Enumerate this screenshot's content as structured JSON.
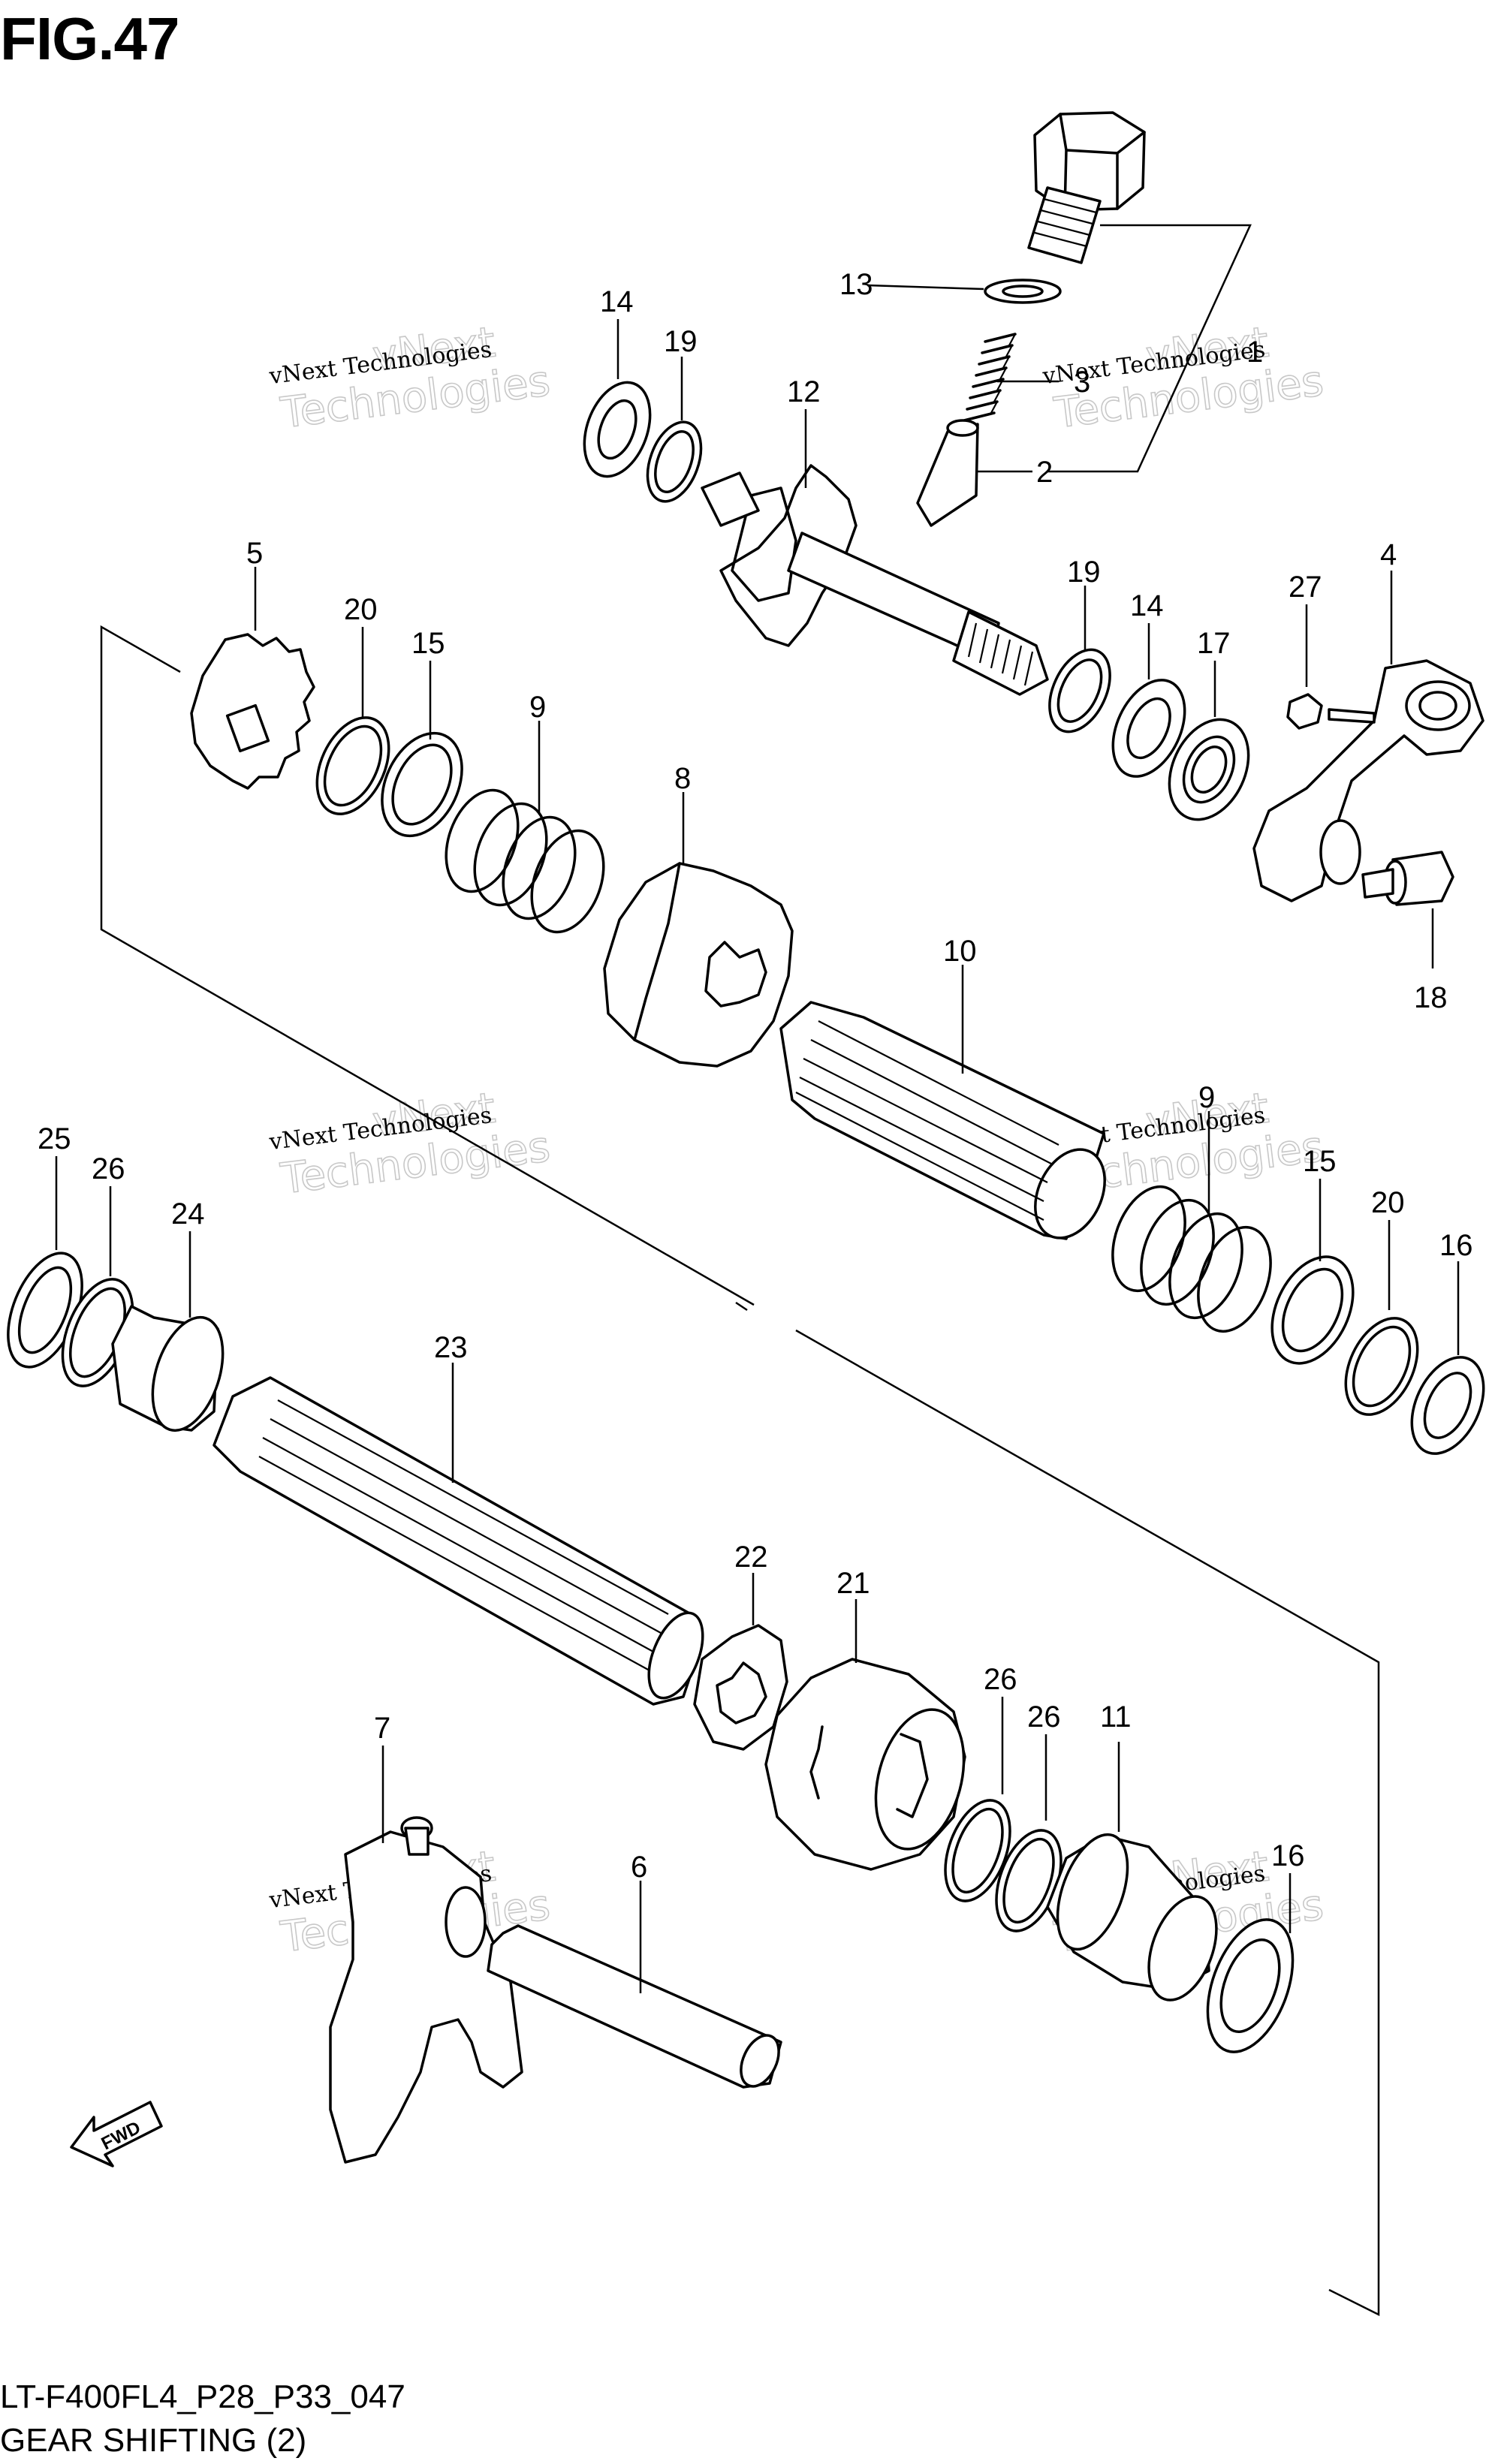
{
  "figure": {
    "title": "FIG.47",
    "code": "LT-F400FL4_P28_P33_047",
    "name": "GEAR SHIFTING (2)"
  },
  "watermark": {
    "line1": "vNext Technologies",
    "brand_top": "vNext",
    "brand_bottom": "Technologies"
  },
  "fwd_label": "FWD",
  "callouts": {
    "c1": "1",
    "c2": "2",
    "c3": "3",
    "c4": "4",
    "c5": "5",
    "c6": "6",
    "c7": "7",
    "c8": "8",
    "c9a": "9",
    "c9b": "9",
    "c10": "10",
    "c11": "11",
    "c12": "12",
    "c13": "13",
    "c14a": "14",
    "c14b": "14",
    "c15a": "15",
    "c15b": "15",
    "c16a": "16",
    "c16b": "16",
    "c17": "17",
    "c18": "18",
    "c19a": "19",
    "c19b": "19",
    "c20a": "20",
    "c20b": "20",
    "c21": "21",
    "c22": "22",
    "c23": "23",
    "c24": "24",
    "c25": "25",
    "c26a": "26",
    "c26b": "26",
    "c26c": "26",
    "c27": "27"
  }
}
